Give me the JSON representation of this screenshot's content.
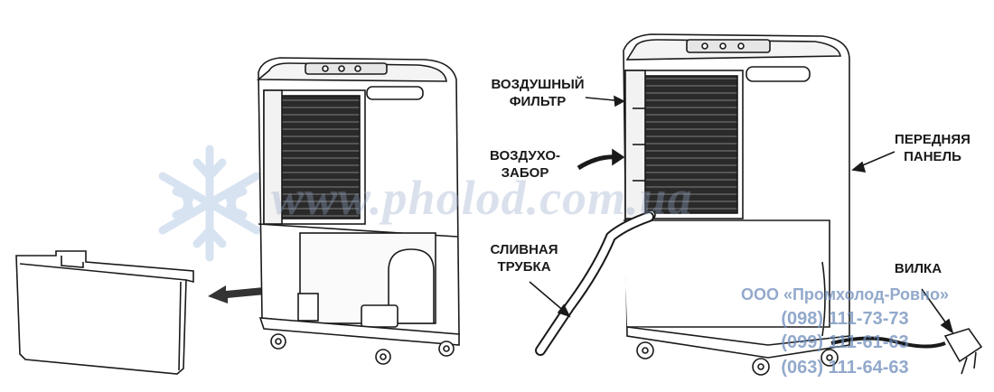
{
  "labels": {
    "air_filter": [
      "ВОЗДУШНЫЙ",
      "ФИЛЬТР"
    ],
    "air_intake": [
      "ВОЗДУХО-",
      "ЗАБОР"
    ],
    "drain_hose": [
      "СЛИВНАЯ",
      "ТРУБКА"
    ],
    "front_panel": [
      "ПЕРЕДНЯЯ",
      "ПАНЕЛЬ"
    ],
    "plug": "ВИЛКА"
  },
  "watermark": {
    "site": "www.pholod.com.ua",
    "company": "ООО «Промхолод-Ровно»",
    "phones": [
      "(098) 111-73-73",
      "(099) 111-61-63",
      "(063) 111-64-63"
    ]
  },
  "colors": {
    "line": "#1a1a1a",
    "grille": "#222222",
    "watermark": "#9fb4d2",
    "contact": "#6e8cb9"
  }
}
